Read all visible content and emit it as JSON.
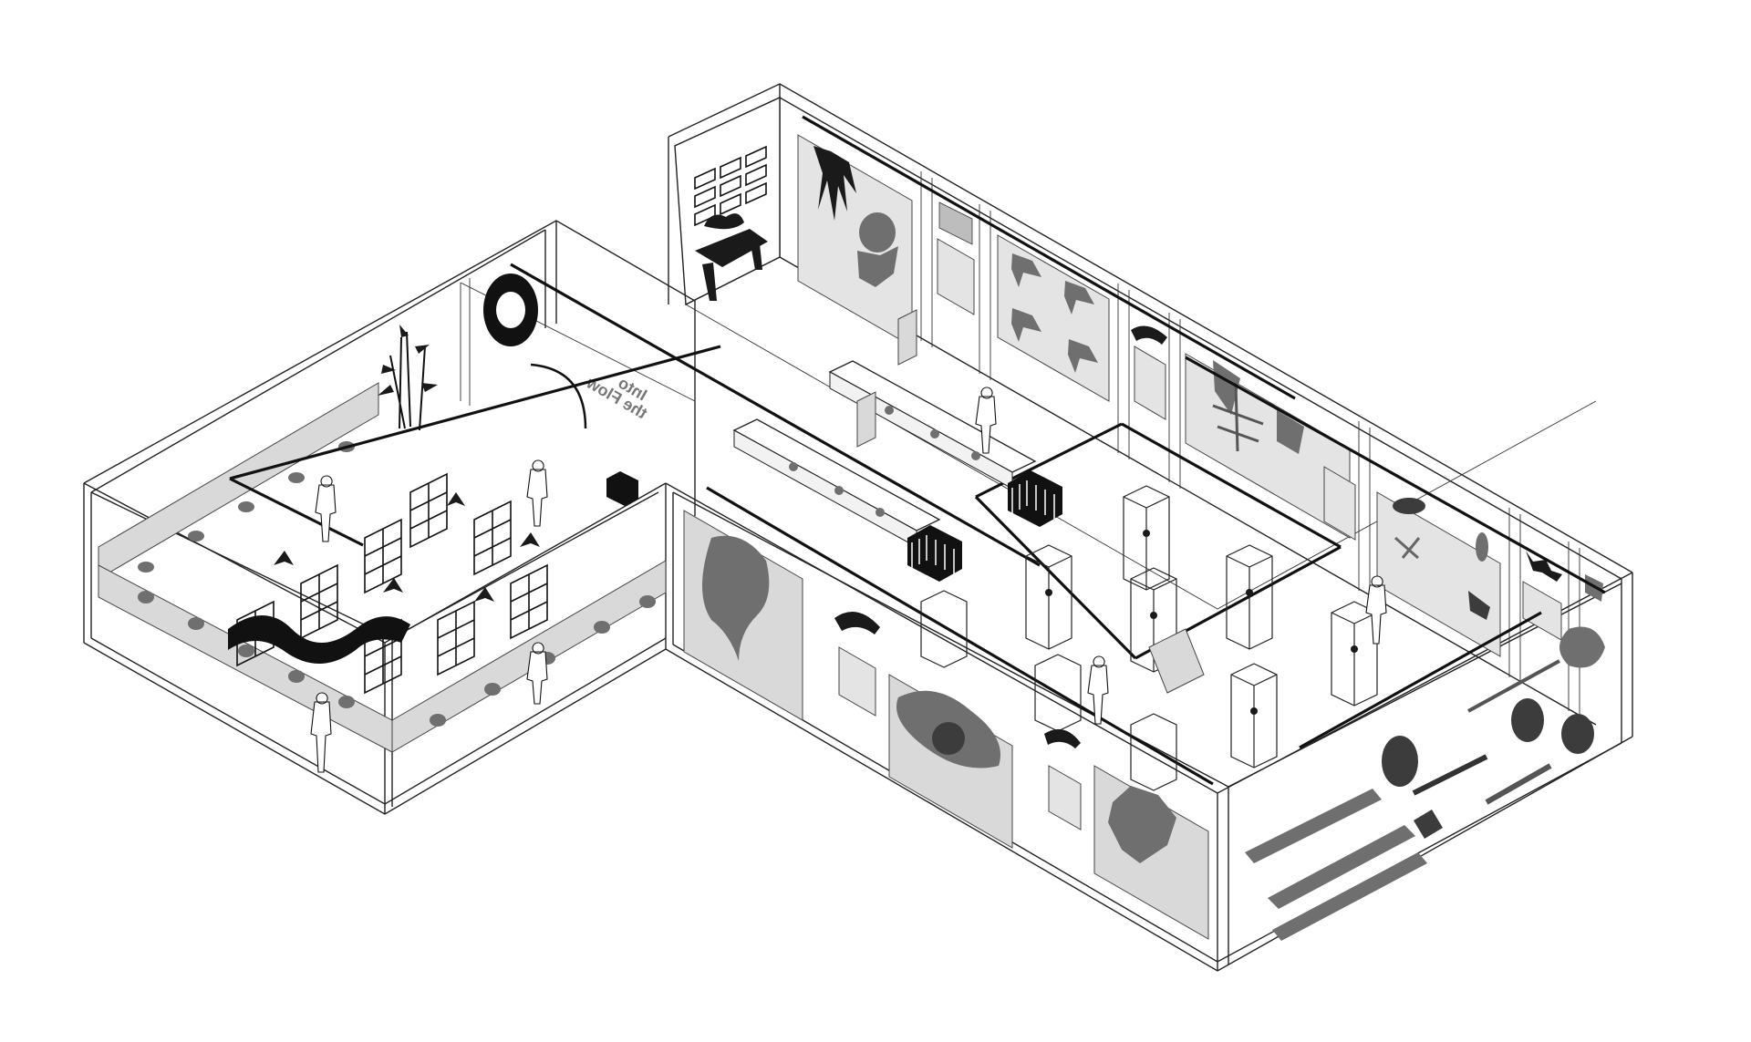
{
  "figure": {
    "kind": "isometric exhibition hall drawing",
    "colors": {
      "line": "#222222",
      "panel": "#d9d9d9",
      "ink": "#1a1a1a",
      "background": "#ffffff"
    }
  },
  "signage": {
    "title_line1": "Into",
    "title_line2": "the Flow"
  }
}
